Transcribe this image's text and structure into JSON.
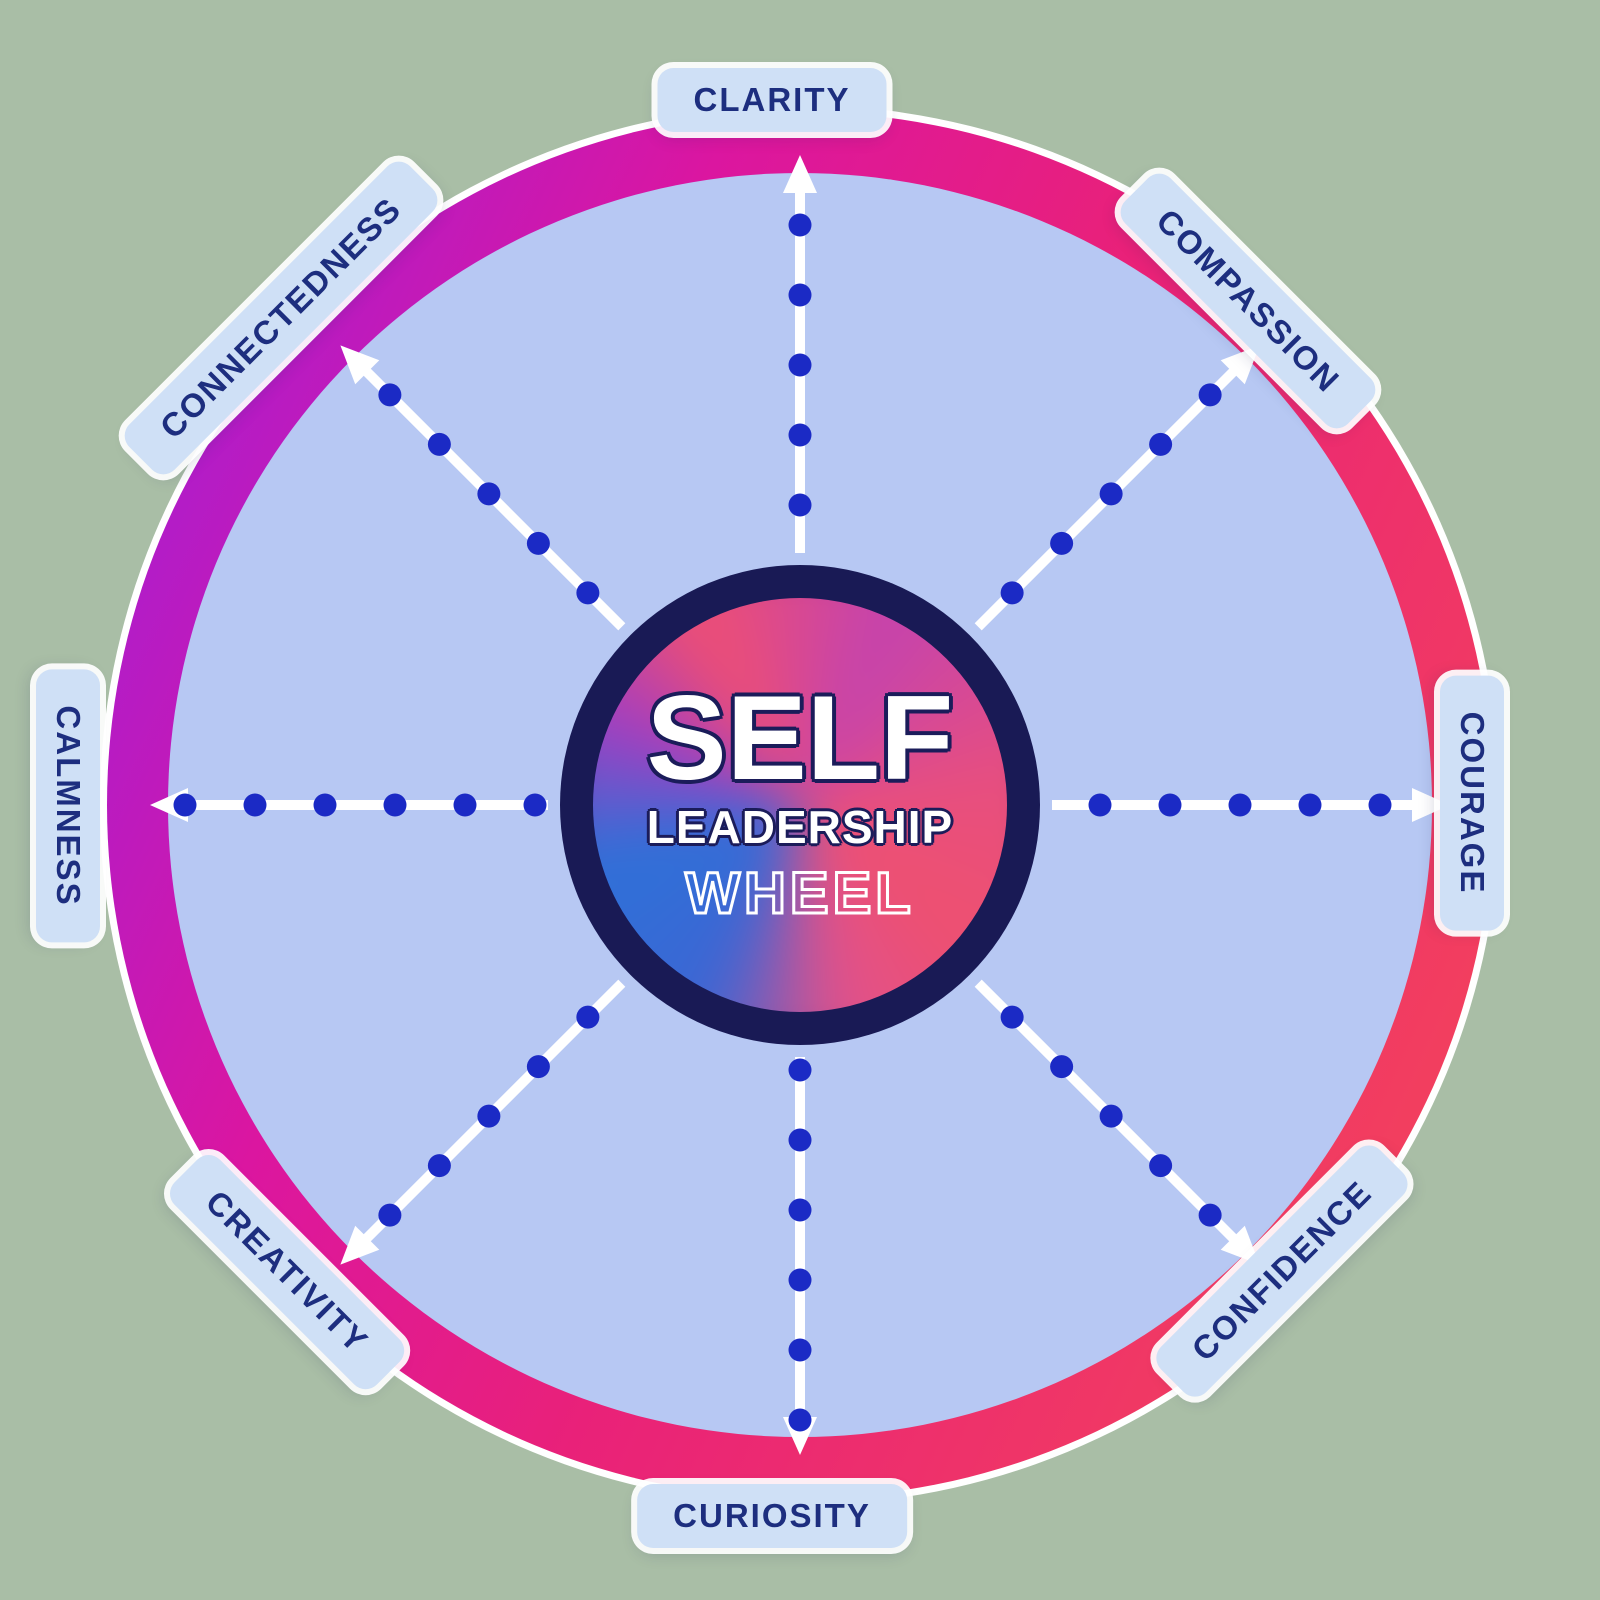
{
  "center": {
    "line1": "SELF",
    "line2": "LEADERSHIP",
    "line3": "WHEEL"
  },
  "labels": [
    {
      "id": "clarity",
      "text": "CLARITY"
    },
    {
      "id": "compassion",
      "text": "COMPASSION"
    },
    {
      "id": "courage",
      "text": "COURAGE"
    },
    {
      "id": "confidence",
      "text": "CONFIDENCE"
    },
    {
      "id": "curiosity",
      "text": "CURIOSITY"
    },
    {
      "id": "creativity",
      "text": "CREATIVITY"
    },
    {
      "id": "calmness",
      "text": "CALMNESS"
    },
    {
      "id": "connectedness",
      "text": "CONNECTEDNESS"
    }
  ],
  "wheel": {
    "spokes": [
      {
        "label": "CLARITY",
        "angle_deg": -90,
        "dots": 5
      },
      {
        "label": "COMPASSION",
        "angle_deg": -45,
        "dots": 5
      },
      {
        "label": "COURAGE",
        "angle_deg": 0,
        "dots": 5
      },
      {
        "label": "CONFIDENCE",
        "angle_deg": 45,
        "dots": 5
      },
      {
        "label": "CURIOSITY",
        "angle_deg": 90,
        "dots": 6
      },
      {
        "label": "CREATIVITY",
        "angle_deg": 135,
        "dots": 5
      },
      {
        "label": "CALMNESS",
        "angle_deg": 180,
        "dots": 6
      },
      {
        "label": "CONNECTEDNESS",
        "angle_deg": -135,
        "dots": 5
      }
    ]
  },
  "colors": {
    "background": "#a9bea6",
    "ring_gradient": [
      "#f23e5f",
      "#e92179",
      "#db16a0",
      "#b31cc7"
    ],
    "inner_fill": "#b7c8f3",
    "spoke": "#ffffff",
    "dot": "#1b2ac5",
    "pill_bg": "#cfe0f6",
    "pill_text": "#1d2e7f",
    "center_ring": "#191a55"
  }
}
